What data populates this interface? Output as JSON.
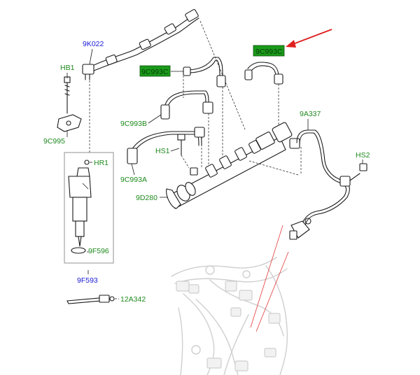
{
  "labels": {
    "l_9k022": "9K022",
    "l_hb1": "HB1",
    "l_9c995": "9C995",
    "l_hr1": "HR1",
    "l_9f596": "9F596",
    "l_9f593": "9F593",
    "l_12a342": "12A342",
    "l_9c993c_top": "9C993C",
    "l_9c993c_left": "9C993C",
    "l_9c993b": "9C993B",
    "l_hs1": "HS1",
    "l_9c993a": "9C993A",
    "l_9d280": "9D280",
    "l_9a337": "9A337",
    "l_hs2": "HS2"
  },
  "colors": {
    "label_green": "#1e8a1e",
    "label_blue": "#1a1ad6",
    "highlight_box": "#1a9a1a",
    "arrow_red": "#e02020",
    "ghost_gray": "#cfcfcf"
  }
}
